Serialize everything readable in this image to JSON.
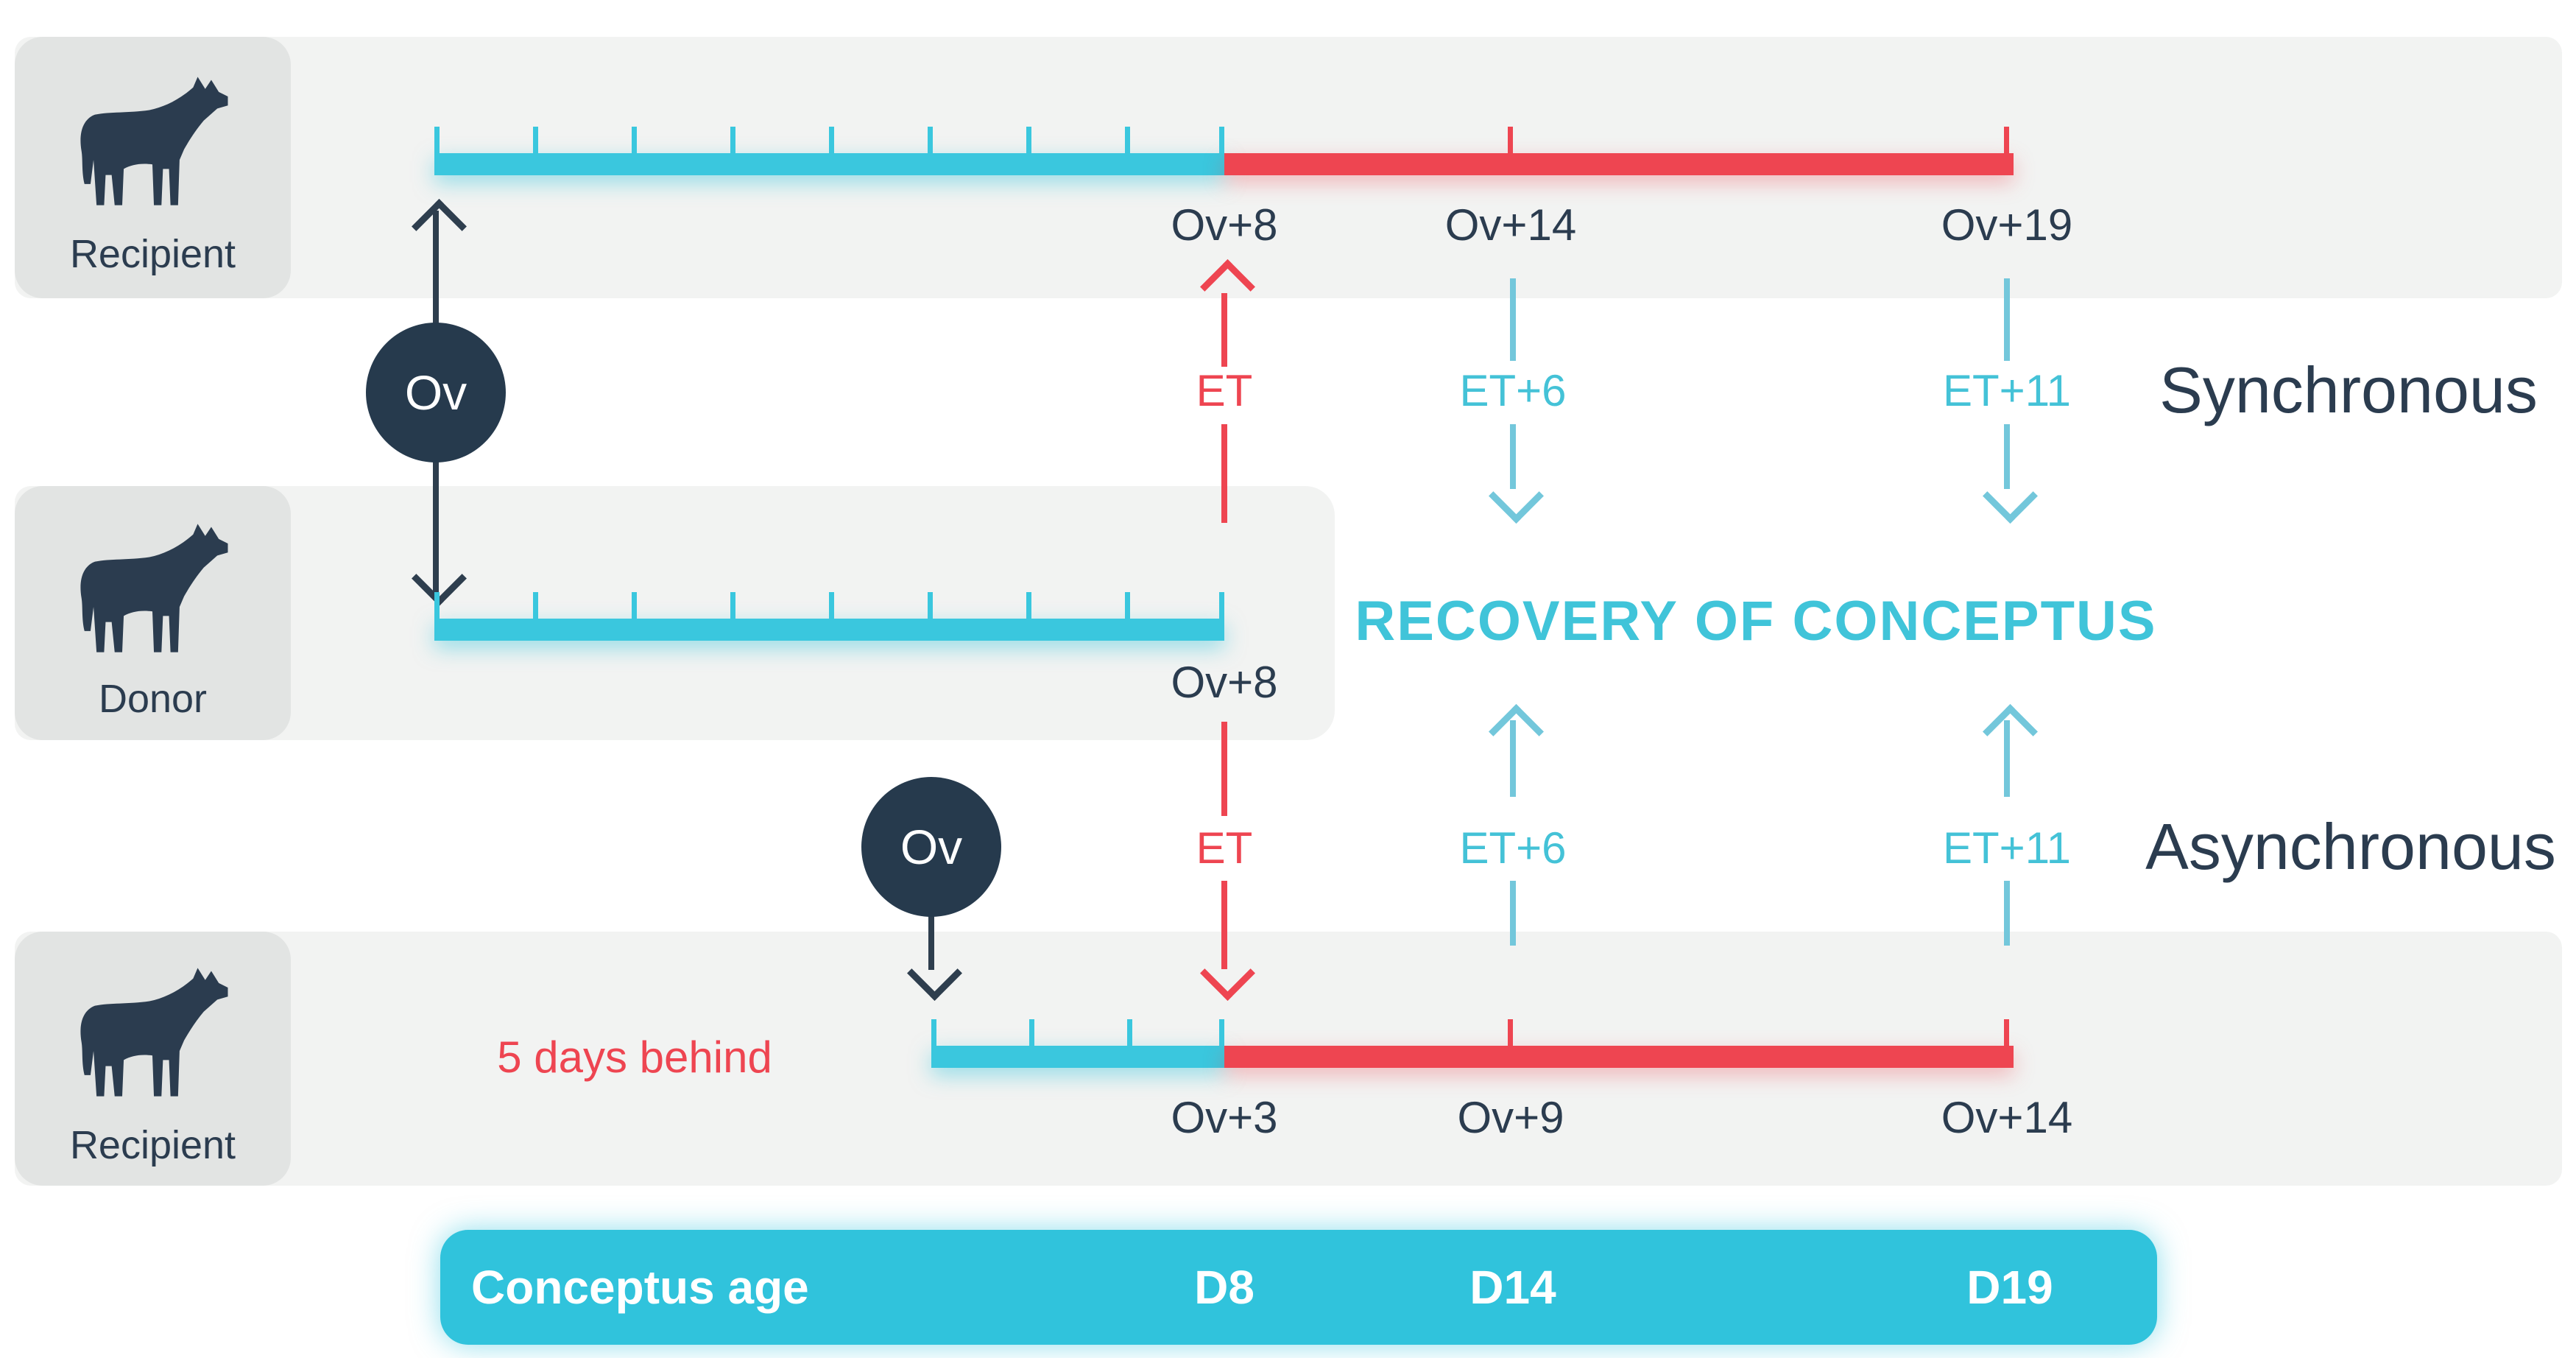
{
  "cards": [
    {
      "id": "recipient-top",
      "label": "Recipient"
    },
    {
      "id": "donor",
      "label": "Donor"
    },
    {
      "id": "recipient-bottom",
      "label": "Recipient"
    }
  ],
  "ov_marker": "Ov",
  "timelines": {
    "recipient_top": {
      "mark_ov8": "Ov+8",
      "mark_ov14": "Ov+14",
      "mark_ov19": "Ov+19"
    },
    "donor": {
      "mark_ov8": "Ov+8"
    },
    "recipient_bottom": {
      "offset_note": "5 days behind",
      "mark_ov3": "Ov+3",
      "mark_ov9": "Ov+9",
      "mark_ov14": "Ov+14"
    }
  },
  "sync": {
    "et": "ET",
    "et6": "ET+6",
    "et11": "ET+11",
    "label": "Synchronous"
  },
  "async": {
    "et": "ET",
    "et6": "ET+6",
    "et11": "ET+11",
    "label": "Asynchronous"
  },
  "recovery_label": "RECOVERY OF CONCEPTUS",
  "conceptus_bar": {
    "title": "Conceptus age",
    "d8": "D8",
    "d14": "D14",
    "d19": "D19"
  },
  "colors": {
    "navy": "#2b3c4f",
    "cyan": "#3ac7de",
    "cyan_soft": "#73c7db",
    "cyan_text": "#44c2d7",
    "red": "#ee4551",
    "band": "#f2f3f2",
    "card": "#e2e4e3",
    "pill": "#30c3dc"
  }
}
